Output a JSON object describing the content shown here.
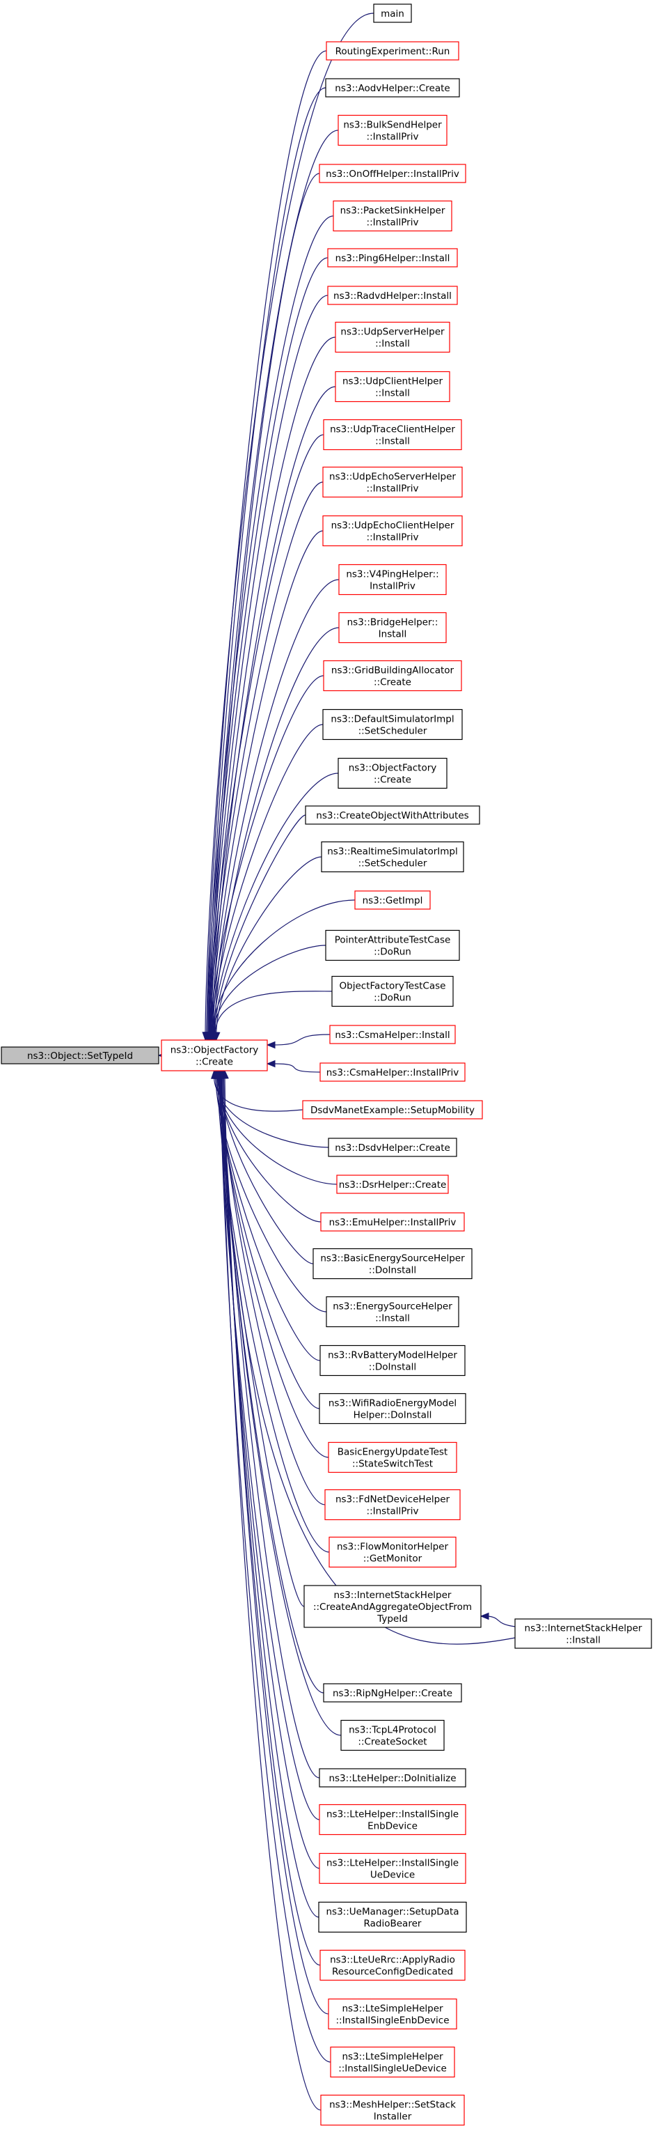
{
  "colors": {
    "edge": "#191970",
    "border_caller_documented": "#ff0000",
    "border_caller_plain": "#000000",
    "focus_fill": "#bfbfbf",
    "node_fill": "#ffffff"
  },
  "focus": {
    "lines": [
      "ns3::Object::SetTypeId"
    ]
  },
  "center": {
    "lines": [
      "ns3::ObjectFactory",
      "::Create"
    ]
  },
  "callers": [
    {
      "lines": [
        "main"
      ],
      "border": "black"
    },
    {
      "lines": [
        "RoutingExperiment::Run"
      ],
      "border": "red"
    },
    {
      "lines": [
        "ns3::AodvHelper::Create"
      ],
      "border": "black"
    },
    {
      "lines": [
        "ns3::BulkSendHelper",
        "::InstallPriv"
      ],
      "border": "red"
    },
    {
      "lines": [
        "ns3::OnOffHelper::InstallPriv"
      ],
      "border": "red"
    },
    {
      "lines": [
        "ns3::PacketSinkHelper",
        "::InstallPriv"
      ],
      "border": "red"
    },
    {
      "lines": [
        "ns3::Ping6Helper::Install"
      ],
      "border": "red"
    },
    {
      "lines": [
        "ns3::RadvdHelper::Install"
      ],
      "border": "red"
    },
    {
      "lines": [
        "ns3::UdpServerHelper",
        "::Install"
      ],
      "border": "red"
    },
    {
      "lines": [
        "ns3::UdpClientHelper",
        "::Install"
      ],
      "border": "red"
    },
    {
      "lines": [
        "ns3::UdpTraceClientHelper",
        "::Install"
      ],
      "border": "red"
    },
    {
      "lines": [
        "ns3::UdpEchoServerHelper",
        "::InstallPriv"
      ],
      "border": "red"
    },
    {
      "lines": [
        "ns3::UdpEchoClientHelper",
        "::InstallPriv"
      ],
      "border": "red"
    },
    {
      "lines": [
        "ns3::V4PingHelper::",
        "InstallPriv"
      ],
      "border": "red"
    },
    {
      "lines": [
        "ns3::BridgeHelper::",
        "Install"
      ],
      "border": "red"
    },
    {
      "lines": [
        "ns3::GridBuildingAllocator",
        "::Create"
      ],
      "border": "red"
    },
    {
      "lines": [
        "ns3::DefaultSimulatorImpl",
        "::SetScheduler"
      ],
      "border": "black"
    },
    {
      "lines": [
        "ns3::ObjectFactory",
        "::Create"
      ],
      "border": "black"
    },
    {
      "lines": [
        "ns3::CreateObjectWithAttributes"
      ],
      "border": "black"
    },
    {
      "lines": [
        "ns3::RealtimeSimulatorImpl",
        "::SetScheduler"
      ],
      "border": "black"
    },
    {
      "lines": [
        "ns3::GetImpl"
      ],
      "border": "red"
    },
    {
      "lines": [
        "PointerAttributeTestCase",
        "::DoRun"
      ],
      "border": "black"
    },
    {
      "lines": [
        "ObjectFactoryTestCase",
        "::DoRun"
      ],
      "border": "black"
    },
    {
      "lines": [
        "ns3::CsmaHelper::Install"
      ],
      "border": "red"
    },
    {
      "lines": [
        "ns3::CsmaHelper::InstallPriv"
      ],
      "border": "red"
    },
    {
      "lines": [
        "DsdvManetExample::SetupMobility"
      ],
      "border": "red"
    },
    {
      "lines": [
        "ns3::DsdvHelper::Create"
      ],
      "border": "black"
    },
    {
      "lines": [
        "ns3::DsrHelper::Create"
      ],
      "border": "red"
    },
    {
      "lines": [
        "ns3::EmuHelper::InstallPriv"
      ],
      "border": "red"
    },
    {
      "lines": [
        "ns3::BasicEnergySourceHelper",
        "::DoInstall"
      ],
      "border": "black"
    },
    {
      "lines": [
        "ns3::EnergySourceHelper",
        "::Install"
      ],
      "border": "black"
    },
    {
      "lines": [
        "ns3::RvBatteryModelHelper",
        "::DoInstall"
      ],
      "border": "black"
    },
    {
      "lines": [
        "ns3::WifiRadioEnergyModel",
        "Helper::DoInstall"
      ],
      "border": "black"
    },
    {
      "lines": [
        "BasicEnergyUpdateTest",
        "::StateSwitchTest"
      ],
      "border": "red"
    },
    {
      "lines": [
        "ns3::FdNetDeviceHelper",
        "::InstallPriv"
      ],
      "border": "red"
    },
    {
      "lines": [
        "ns3::FlowMonitorHelper",
        "::GetMonitor"
      ],
      "border": "red"
    },
    {
      "lines": [
        "ns3::InternetStackHelper",
        "::CreateAndAggregateObjectFrom",
        "TypeId"
      ],
      "border": "black"
    },
    {
      "lines": [
        "ns3::RipNgHelper::Create"
      ],
      "border": "black"
    },
    {
      "lines": [
        "ns3::TcpL4Protocol",
        "::CreateSocket"
      ],
      "border": "black"
    },
    {
      "lines": [
        "ns3::LteHelper::DoInitialize"
      ],
      "border": "black"
    },
    {
      "lines": [
        "ns3::LteHelper::InstallSingle",
        "EnbDevice"
      ],
      "border": "red"
    },
    {
      "lines": [
        "ns3::LteHelper::InstallSingle",
        "UeDevice"
      ],
      "border": "red"
    },
    {
      "lines": [
        "ns3::UeManager::SetupData",
        "RadioBearer"
      ],
      "border": "black"
    },
    {
      "lines": [
        "ns3::LteUeRrc::ApplyRadio",
        "ResourceConfigDedicated"
      ],
      "border": "red"
    },
    {
      "lines": [
        "ns3::LteSimpleHelper",
        "::InstallSingleEnbDevice"
      ],
      "border": "red"
    },
    {
      "lines": [
        "ns3::LteSimpleHelper",
        "::InstallSingleUeDevice"
      ],
      "border": "red"
    },
    {
      "lines": [
        "ns3::MeshHelper::SetStack",
        "Installer"
      ],
      "border": "red"
    }
  ],
  "secondary": {
    "lines": [
      "ns3::InternetStackHelper",
      "::Install"
    ],
    "border": "black"
  }
}
